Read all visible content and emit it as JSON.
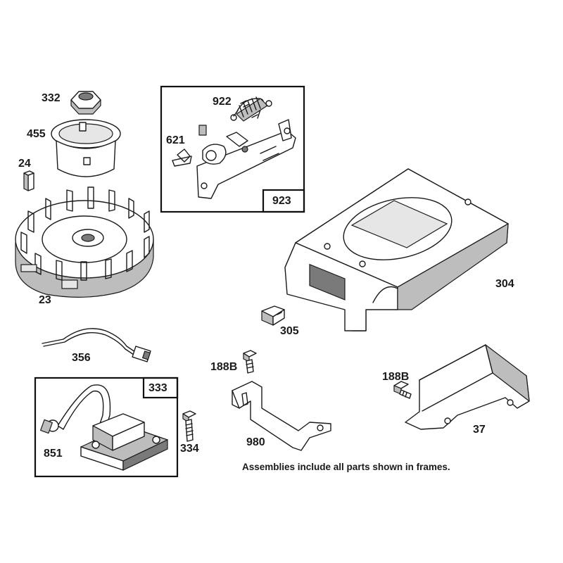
{
  "labels": {
    "p332": "332",
    "p455": "455",
    "p24": "24",
    "p23": "23",
    "p922": "922",
    "p621": "621",
    "p923": "923",
    "p304": "304",
    "p305": "305",
    "p356": "356",
    "p188b_left": "188B",
    "p188b_right": "188B",
    "p333": "333",
    "p851": "851",
    "p334": "334",
    "p980": "980",
    "p37": "37"
  },
  "note": "Assemblies include all parts shown in frames."
}
